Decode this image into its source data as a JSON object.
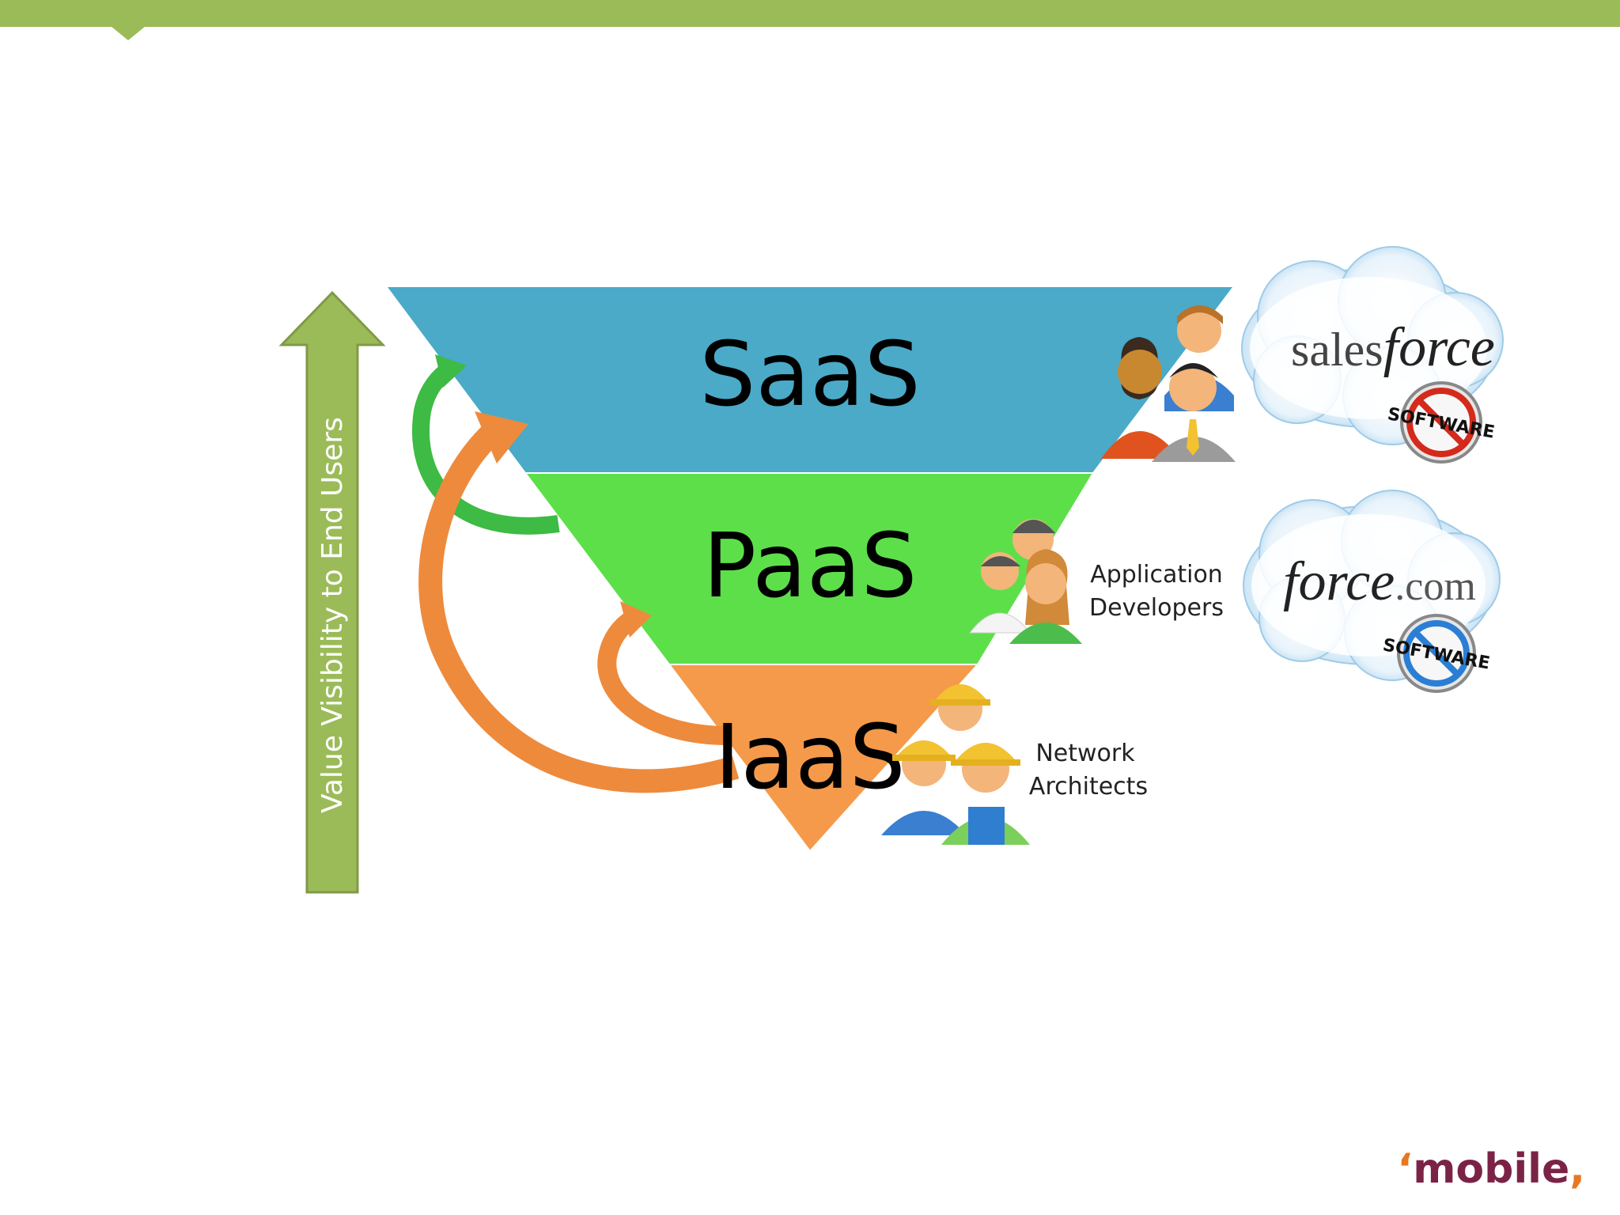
{
  "diagram": {
    "layers": [
      {
        "label": "SaaS",
        "color": "#4aaac8"
      },
      {
        "label": "PaaS",
        "color": "#5ddf4a"
      },
      {
        "label": "IaaS",
        "color": "#f59a4a"
      }
    ],
    "axis_label": "Value Visibility to End Users",
    "roles": [
      {
        "lines": [
          "Application",
          "Developers"
        ]
      },
      {
        "lines": [
          "Network",
          "Architects"
        ]
      }
    ],
    "logos": [
      {
        "word1": "sales",
        "word2": "force",
        "badge": "SOFTWARE"
      },
      {
        "word1": "force",
        "word2": ".com",
        "badge": "SOFTWARE"
      }
    ],
    "arrow_colors": {
      "green": "#3dbb44",
      "orange": "#ee8a3c",
      "axis": "#9bbb59"
    }
  },
  "brand": {
    "name": "mobile"
  }
}
